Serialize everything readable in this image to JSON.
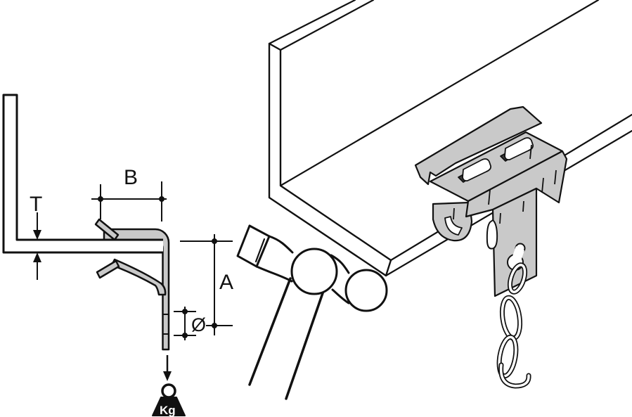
{
  "figure": {
    "kind": "beam-clamp installation diagram",
    "background": "#ffffff",
    "colors": {
      "outline": "#111111",
      "metal_gray": "#c9c9c9",
      "slot_dark": "#3a3a3a",
      "white": "#ffffff"
    },
    "icons": {
      "load_weight": "kg-weight-icon",
      "dimension_arrows": "arrow-icons"
    }
  },
  "diagram": {
    "labels": {
      "B": "B",
      "T": "T",
      "A": "A",
      "diameter": "Ø",
      "load_unit": "Kg"
    },
    "parts": {
      "left": [
        "angle-flange-cross-section",
        "spring-clip-cross-section",
        "hanger-rod",
        "load-weight-symbol"
      ],
      "right": [
        "steel-angle-beam",
        "hammer-on-flange-clip",
        "punched-tabs",
        "hanging-chain",
        "ball-peen-hammer"
      ]
    }
  }
}
